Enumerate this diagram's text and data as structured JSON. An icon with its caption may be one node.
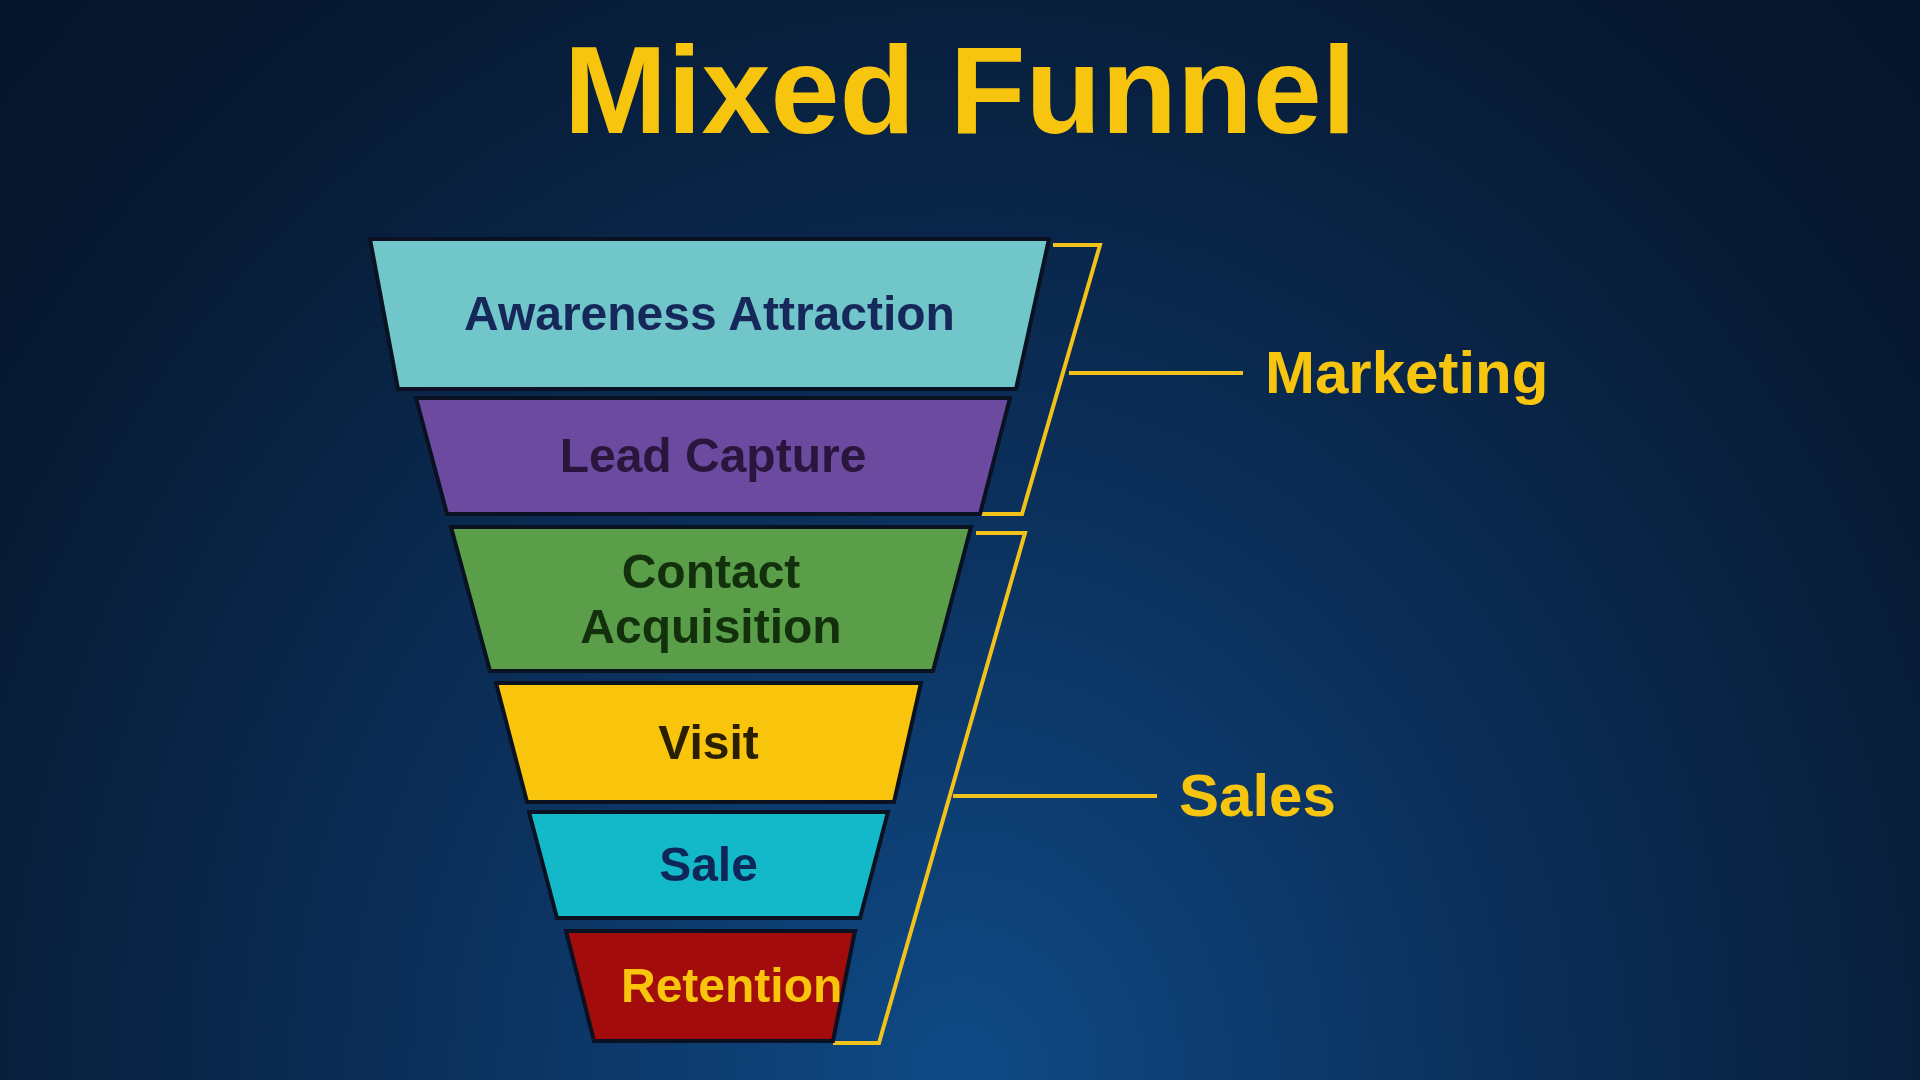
{
  "diagram": {
    "title": "Mixed Funnel",
    "nodes": [
      {
        "text": [
          "Awareness Attraction"
        ]
      },
      {
        "text": [
          "Lead Capture"
        ]
      },
      {
        "text": [
          "Contact Acquisition"
        ]
      },
      {
        "text": [
          "Visit"
        ]
      },
      {
        "text": [
          "Sale"
        ]
      },
      {
        "text": [
          "Retention"
        ]
      },
      {
        "text": [
          "Marketing"
        ]
      },
      {
        "text": [
          "Sales"
        ]
      }
    ],
    "edges": [
      {
        "from": 6,
        "to": null,
        "arrow": "none"
      },
      {
        "from": 7,
        "to": null,
        "arrow": "none"
      }
    ]
  }
}
